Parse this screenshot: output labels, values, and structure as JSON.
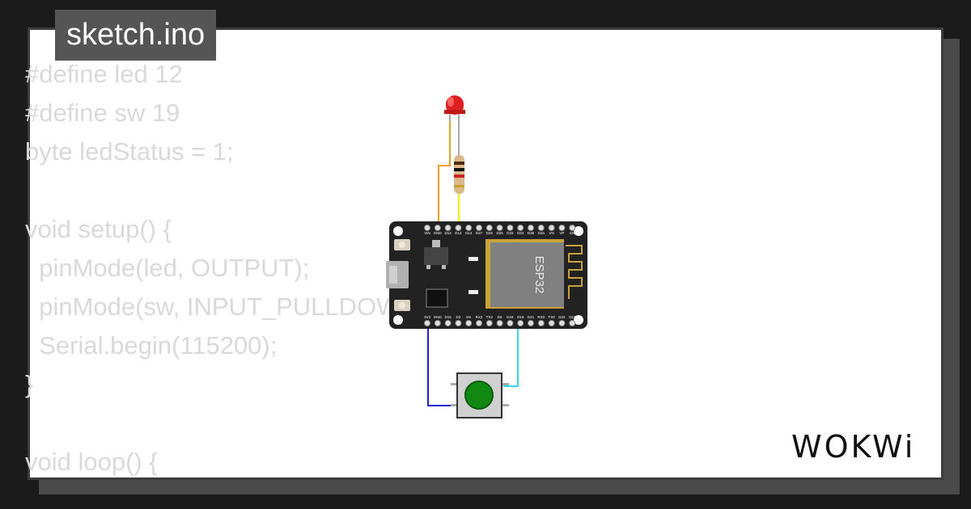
{
  "tab": {
    "filename": "sketch.ino"
  },
  "code_lines": [
    "#define led 12",
    "#define sw 19",
    "byte ledStatus = 1;",
    "",
    "void setup() {",
    "  pinMode(led, OUTPUT);",
    "  pinMode(sw, INPUT_PULLDOWN);",
    "  Serial.begin(115200);",
    "}",
    "",
    "void loop() {"
  ],
  "board": {
    "chip_label": "ESP32",
    "top_pins": [
      "VIN",
      "GND",
      "D13",
      "D12",
      "D14",
      "D27",
      "D26",
      "D25",
      "D33",
      "D32",
      "D35",
      "D34",
      "VN",
      "VP",
      "EN"
    ],
    "bottom_pins": [
      "3V3",
      "GND",
      "D15",
      "D2",
      "D4",
      "RX2",
      "TX2",
      "D5",
      "D18",
      "D19",
      "D21",
      "RX0",
      "TX0",
      "D22",
      "D23"
    ]
  },
  "brand": {
    "logo_text": "WOKWi"
  },
  "colors": {
    "background": "#1b1b1b",
    "card": "#ffffff",
    "tab": "#555555",
    "code_text": "#d9d9d9",
    "board": "#222222",
    "chip": "#808080",
    "led": "#e02020",
    "button": "#118811",
    "wire_orange": "#f0a020",
    "wire_yellow": "#f0f000",
    "wire_blue": "#2020d0",
    "wire_cyan": "#30d8e8"
  }
}
